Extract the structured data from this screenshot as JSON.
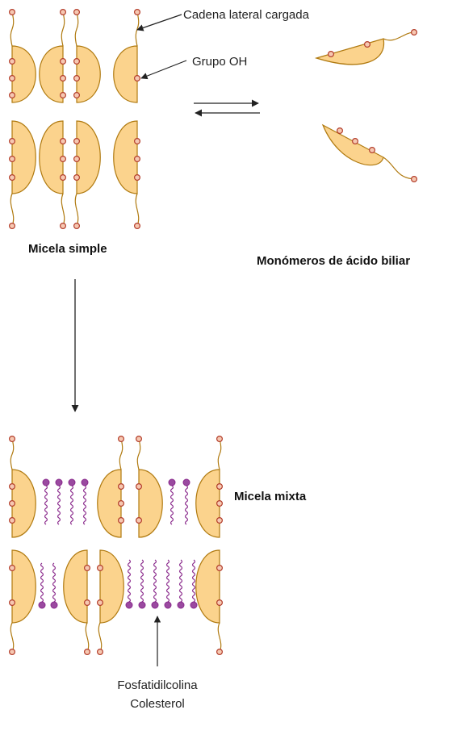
{
  "labels": {
    "charged_side_chain": "Cadena lateral cargada",
    "oh_group": "Grupo OH",
    "simple_micelle": "Micela simple",
    "bile_acid_monomers": "Monómeros de ácido biliar",
    "mixed_micelle": "Micela mixta",
    "phosphatidylcholine": "Fosfatidilcolina",
    "cholesterol": "Colesterol"
  },
  "colors": {
    "bile_acid_fill": "#fbd38d",
    "bile_acid_stroke": "#b07a10",
    "oh_fill": "#f6c8b2",
    "oh_stroke": "#b33d2a",
    "lipid": "#8a2a8c",
    "lipid_head": "#9a4aa0",
    "arrow": "#222222"
  }
}
